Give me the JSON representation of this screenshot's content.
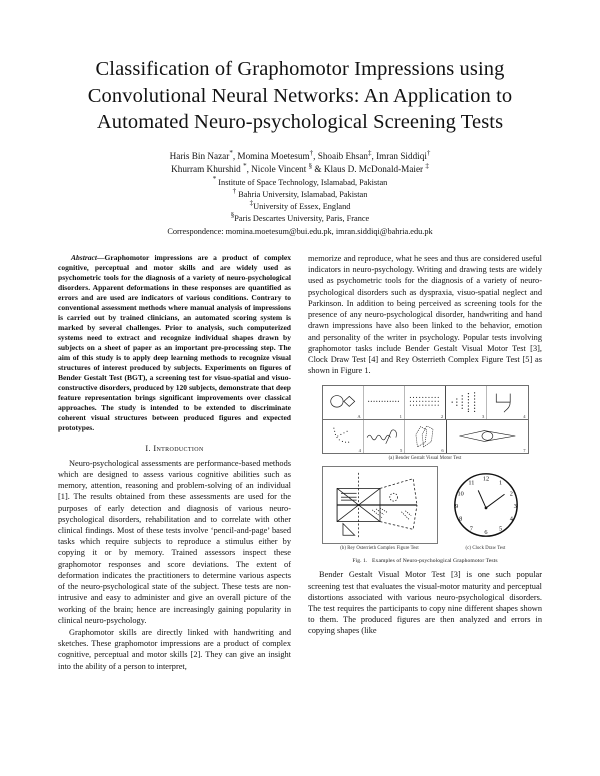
{
  "paper": {
    "title_lines": [
      "Classification of Graphomotor Impressions using",
      "Convolutional Neural Networks: An Application to",
      "Automated Neuro-psychological Screening Tests"
    ],
    "authors": {
      "line1_parts": [
        {
          "name": "Haris Bin Nazar",
          "mark": "*"
        },
        {
          "name": "Momina Moetesum",
          "mark": "†"
        },
        {
          "name": "Shoaib Ehsan",
          "mark": "‡"
        },
        {
          "name": "Imran Siddiqi",
          "mark": "†"
        }
      ],
      "line2_parts": [
        {
          "name": "Khurram Khurshid",
          "mark": "*"
        },
        {
          "name": "Nicole Vincent",
          "mark": "§"
        },
        {
          "name": "& Klaus D. McDonald-Maier",
          "mark": "‡"
        }
      ]
    },
    "affiliations": [
      {
        "mark": "*",
        "text": "Institute of Space Technology, Islamabad, Pakistan"
      },
      {
        "mark": "†",
        "text": "Bahria University, Islamabad, Pakistan"
      },
      {
        "mark": "‡",
        "text": "University of Essex, England"
      },
      {
        "mark": "§",
        "text": "Paris Descartes University, Paris, France"
      }
    ],
    "correspondence": "Correspondence: momina.moetesum@bui.edu.pk, imran.siddiqi@bahria.edu.pk"
  },
  "abstract": {
    "label": "Abstract",
    "dash": "—",
    "text": "Graphomotor impressions are a product of complex cognitive, perceptual and motor skills and are widely used as psychometric tools for the diagnosis of a variety of neuro-psychological disorders. Apparent deformations in these responses are quantified as errors and are used are indicators of various conditions. Contrary to conventional assessment methods where manual analysis of impressions is carried out by trained clinicians, an automated scoring system is marked by several challenges. Prior to analysis, such computerized systems need to extract and recognize individual shapes drawn by subjects on a sheet of paper as an important pre-processing step. The aim of this study is to apply deep learning methods to recognize visual structures of interest produced by subjects. Experiments on figures of Bender Gestalt Test (BGT), a screening test for visuo-spatial and visuo-constructive disorders, produced by 120 subjects, demonstrate that deep feature representation brings significant improvements over classical approaches. The study is intended to be extended to discriminate coherent visual structures between produced figures and expected prototypes."
  },
  "section": {
    "number": "I.",
    "title": "Introduction"
  },
  "left_column_paragraphs": [
    "Neuro-psychological assessments are performance-based methods which are designed to assess various cognitive abilities such as memory, attention, reasoning and problem-solving of an individual [1]. The results obtained from these assessments are used for the purposes of early detection and diagnosis of various neuro-psychological disorders, rehabilitation and to correlate with other clinical findings. Most of these tests involve ‘pencil-and-page’ based tasks which require subjects to reproduce a stimulus either by copying it or by memory. Trained assessors inspect these graphomotor responses and score deviations. The extent of deformation indicates the practitioners to determine various aspects of the neuro-psychological state of the subject. These tests are non-intrusive and easy to administer and give an overall picture of the working of the brain; hence are increasingly gaining popularity in clinical neuro-psychology.",
    "Graphomotor skills are directly linked with handwriting and sketches. These graphomotor impressions are a product of complex cognitive, perceptual and motor skills [2]. They can give an insight into the ability of a person to interpret,"
  ],
  "right_column_paragraphs_top": [
    "memorize and reproduce, what he sees and thus are considered useful indicators in neuro-psychology. Writing and drawing tests are widely used as psychometric tools for the diagnosis of a variety of neuro-psychological disorders such as dyspraxia, visuo-spatial neglect and Parkinson. In addition to being perceived as screening tools for the presence of any neuro-psychological disorder, handwriting and hand drawn impressions have also been linked to the behavior, emotion and personality of the writer in psychology. Popular tests involving graphomotor tasks include Bender Gestalt Visual Motor Test [3], Clock Draw Test [4] and Rey Osterrieth Complex Figure Test [5] as shown in Figure 1."
  ],
  "right_column_paragraphs_bottom": [
    "Bender Gestalt Visual Motor Test [3] is one such popular screening test that evaluates the visual-motor maturity and perceptual distortions associated with various neuro-psychological disorders. The test requires the participants to copy nine different shapes shown to them. The produced figures are then analyzed and errors in copying shapes (like"
  ],
  "figure": {
    "caption_label": "Fig. 1.",
    "caption_text": "Examples of Neuro-psychological Graphomotor Tests",
    "subcaptions": {
      "a": "(a) Bender Gestalt Visual Motor Test",
      "b": "(b) Rey Osterrieth Complex Figure Test",
      "c": "(c) Clock Draw Test"
    },
    "bgt_cells": [
      {
        "id": "A",
        "shape": "circle-diamond"
      },
      {
        "id": "1",
        "shape": "dot-row"
      },
      {
        "id": "2",
        "shape": "dot-matrix"
      },
      {
        "id": "3",
        "shape": "arrow-wedge"
      },
      {
        "id": "4",
        "shape": "open-curve"
      },
      {
        "id": "5",
        "shape": "wave-dots"
      },
      {
        "id": "6",
        "shape": "overlap-leaf"
      },
      {
        "id": "7",
        "shape": "pointed-oval"
      }
    ],
    "clock_numbers": [
      "12",
      "1",
      "2",
      "3",
      "4",
      "5",
      "6",
      "7",
      "8",
      "9",
      "10",
      "11"
    ]
  },
  "colors": {
    "page_background": "#ffffff",
    "text": "#121212",
    "rule": "#6f6f6f"
  }
}
